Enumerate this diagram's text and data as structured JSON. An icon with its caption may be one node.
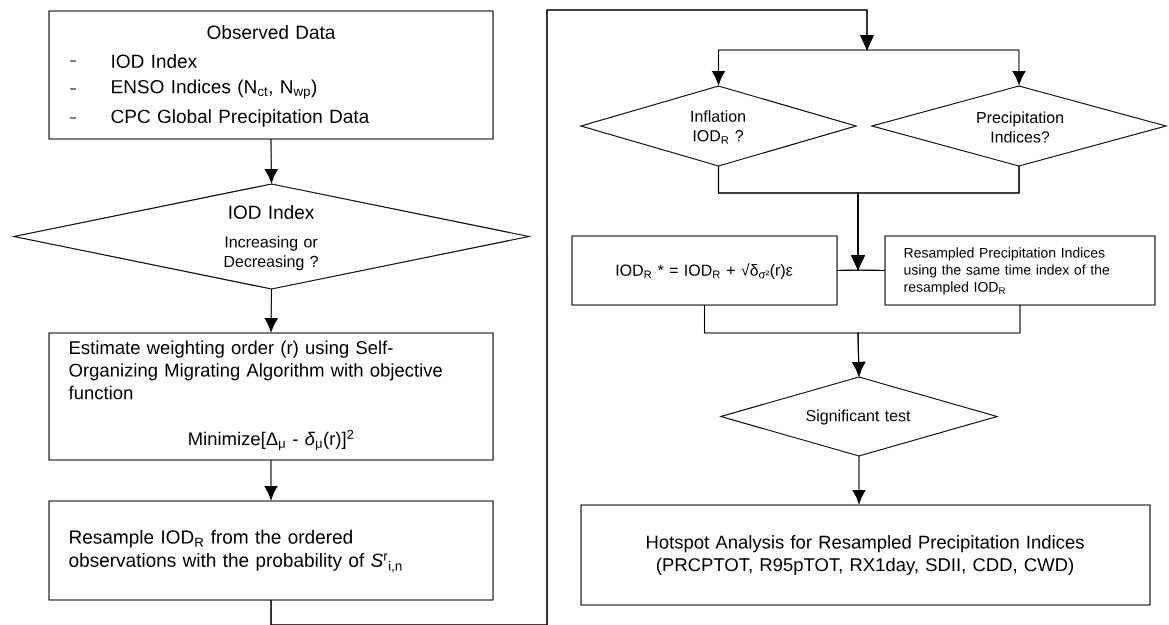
{
  "diagram": {
    "nodes": [
      {
        "text": [
          "Observed Data",
          "IOD Index",
          "ENSO Indices (N$_{ct}$, N$_{wp}$)",
          "CPC Global Precipitation Data"
        ]
      },
      {
        "text": [
          "IOD Index",
          "Increasing or Decreasing ?"
        ]
      },
      {
        "text": [
          "Estimate weighting order (r) using Self-Organizing Migrating Algorithm with objective function",
          "Minimize[Δ$_{μ}$ - *δ*$_{μ}$(r)]$^{2}$"
        ]
      },
      {
        "text": [
          "Resample IOD$_{R}$ from the ordered observations with the probability of *S*$^{r}$$_{i,n}$"
        ]
      },
      {
        "text": [
          "Inflation IOD$_{R}$ ?"
        ]
      },
      {
        "text": [
          "Precipitation Indices?"
        ]
      },
      {
        "text": [
          "IOD$_{R}$ * = IOD$_{R}$ + √δ$_{σ²}$(r)ε"
        ]
      },
      {
        "text": [
          "Resampled Precipitation Indices using the same time index of the resampled IOD$_{R}$"
        ]
      },
      {
        "text": [
          "Significant test"
        ]
      },
      {
        "text": [
          "Hotspot Analysis for Resampled Precipitation Indices (PRCPTOT, R95pTOT, RX1day, SDII, CDD, CWD)"
        ]
      }
    ],
    "edges": [
      {
        "from": 0,
        "to": 1,
        "arrow": "to"
      },
      {
        "from": 1,
        "to": 2,
        "arrow": "to"
      },
      {
        "from": 2,
        "to": 3,
        "arrow": "to"
      },
      {
        "from": 3,
        "to": 4,
        "arrow": "to"
      },
      {
        "from": 3,
        "to": 5,
        "arrow": "to"
      },
      {
        "from": 4,
        "to": 6,
        "arrow": "to"
      },
      {
        "from": 4,
        "to": 7,
        "arrow": "to"
      },
      {
        "from": 5,
        "to": 6,
        "arrow": "to"
      },
      {
        "from": 5,
        "to": 7,
        "arrow": "to"
      },
      {
        "from": 6,
        "to": 8,
        "arrow": "to"
      },
      {
        "from": 7,
        "to": 8,
        "arrow": "to"
      },
      {
        "from": 8,
        "to": 9,
        "arrow": "to"
      }
    ]
  }
}
